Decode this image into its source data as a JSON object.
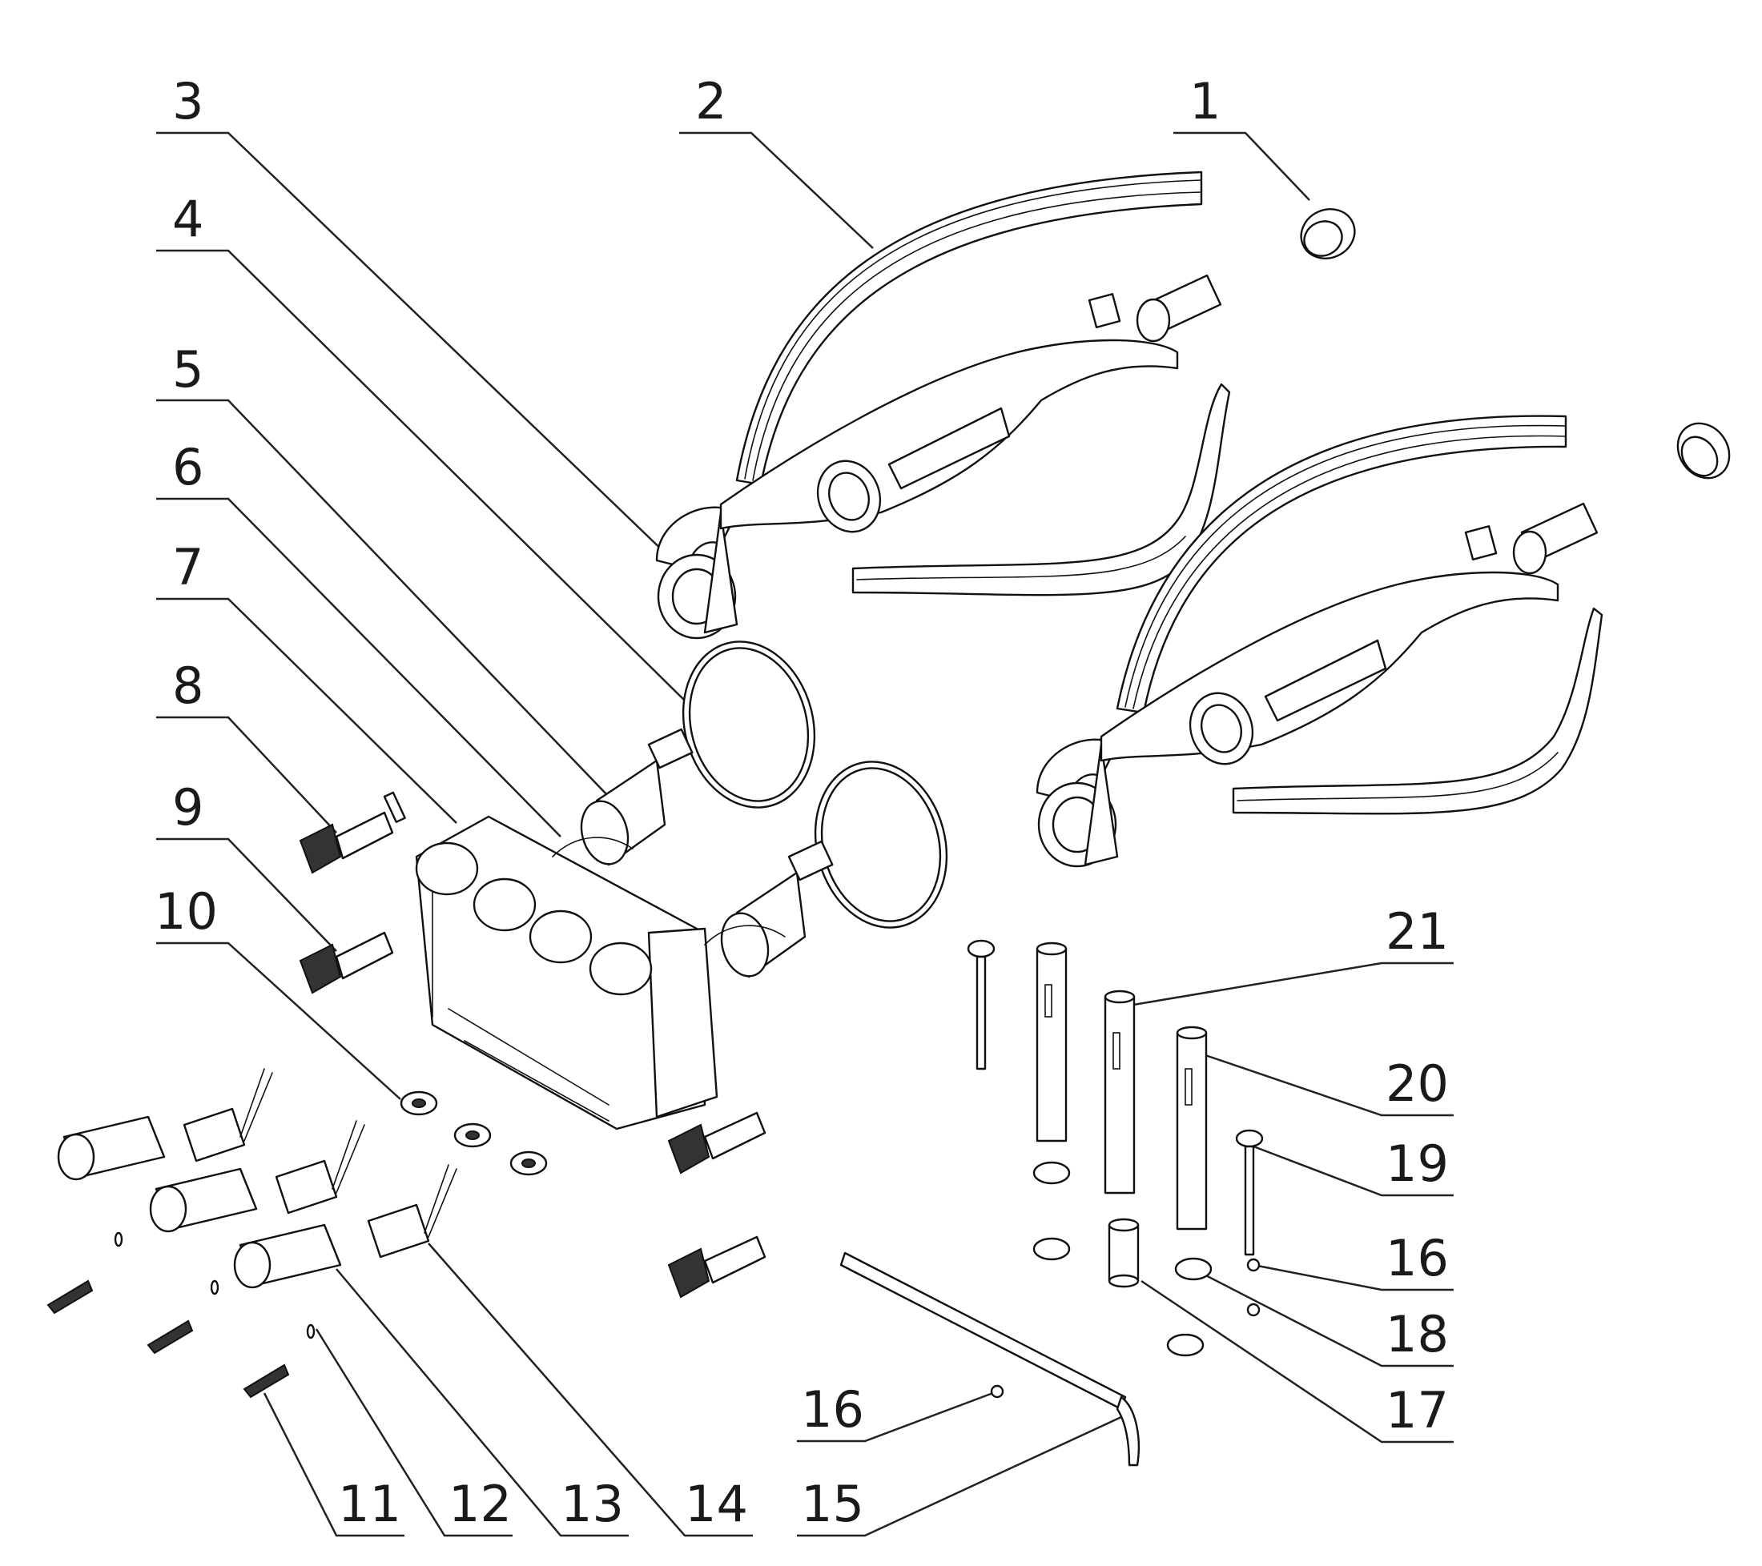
{
  "callouts": {
    "c1": "1",
    "c2": "2",
    "c3": "3",
    "c4": "4",
    "c5": "5",
    "c6": "6",
    "c7": "7",
    "c8": "8",
    "c9": "9",
    "c10": "10",
    "c11": "11",
    "c12": "12",
    "c13": "13",
    "c14": "14",
    "c15": "15",
    "c16a": "16",
    "c16b": "16",
    "c17": "17",
    "c18": "18",
    "c19": "19",
    "c20": "20",
    "c21": "21"
  }
}
